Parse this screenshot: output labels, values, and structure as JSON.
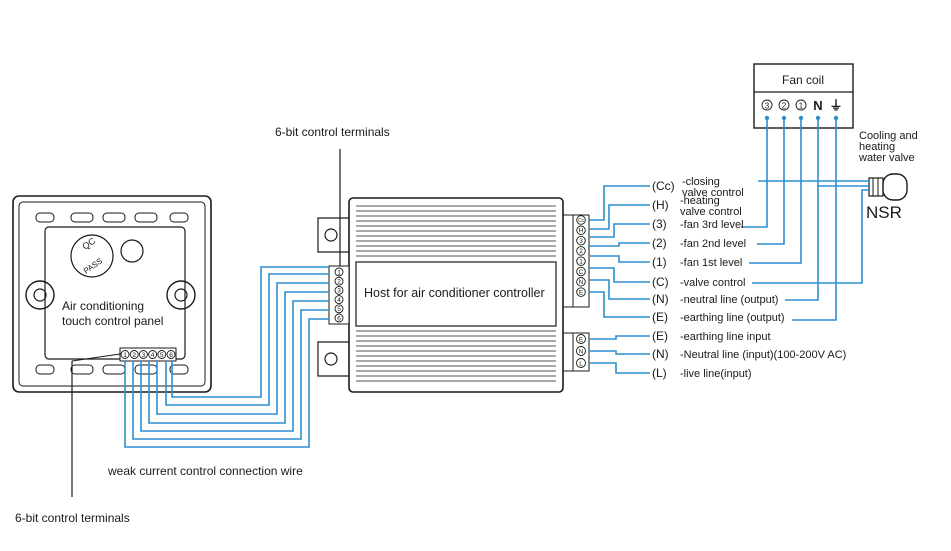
{
  "labels": {
    "top_terminals": "6-bit control terminals",
    "bottom_terminals": "6-bit control terminals",
    "weak_wire": "weak current control connection wire",
    "panel_line1": "Air conditioning",
    "panel_line2": "touch control panel",
    "qc": "QC",
    "pass": "PASS",
    "host": "Host for air conditioner controller",
    "fan_coil": "Fan coil",
    "valve_line1": "Cooling and",
    "valve_line2": "heating",
    "valve_line3": "water valve",
    "nsr": "NSR"
  },
  "fan_coil_terminals": [
    "③",
    "②",
    "①",
    "N",
    "⏚"
  ],
  "host_terminals_top": [
    "Cc",
    "H",
    "③",
    "②",
    "①",
    "C",
    "N",
    "E"
  ],
  "host_terminals_bottom": [
    "E",
    "N",
    "L"
  ],
  "panel_terminals": [
    "①",
    "②",
    "③",
    "④",
    "⑤",
    "⑥"
  ],
  "host_left_terminals": [
    "①",
    "②",
    "③",
    "④",
    "⑤",
    "⑥"
  ],
  "output_lines": [
    {
      "code": "(Cc)",
      "desc1": "-closing",
      "desc2": "valve control"
    },
    {
      "code": "(H)",
      "desc1": "-heating",
      "desc2": "valve control"
    },
    {
      "code": "(3)",
      "desc1": "-fan 3rd level",
      "desc2": ""
    },
    {
      "code": "(2)",
      "desc1": "-fan 2nd level",
      "desc2": ""
    },
    {
      "code": "(1)",
      "desc1": "-fan 1st level",
      "desc2": ""
    },
    {
      "code": "(C)",
      "desc1": "-valve control",
      "desc2": ""
    },
    {
      "code": "(N)",
      "desc1": "-neutral line (output)",
      "desc2": ""
    },
    {
      "code": "(E)",
      "desc1": "-earthing line (output)",
      "desc2": ""
    }
  ],
  "input_lines": [
    {
      "code": "(E)",
      "desc1": "-earthing line input"
    },
    {
      "code": "(N)",
      "desc1": "-Neutral line (input)(100-200V  AC)"
    },
    {
      "code": "(L)",
      "desc1": "-live line(input)"
    }
  ],
  "colors": {
    "wire": "#2b8fd0",
    "line": "#1a1a1a"
  }
}
